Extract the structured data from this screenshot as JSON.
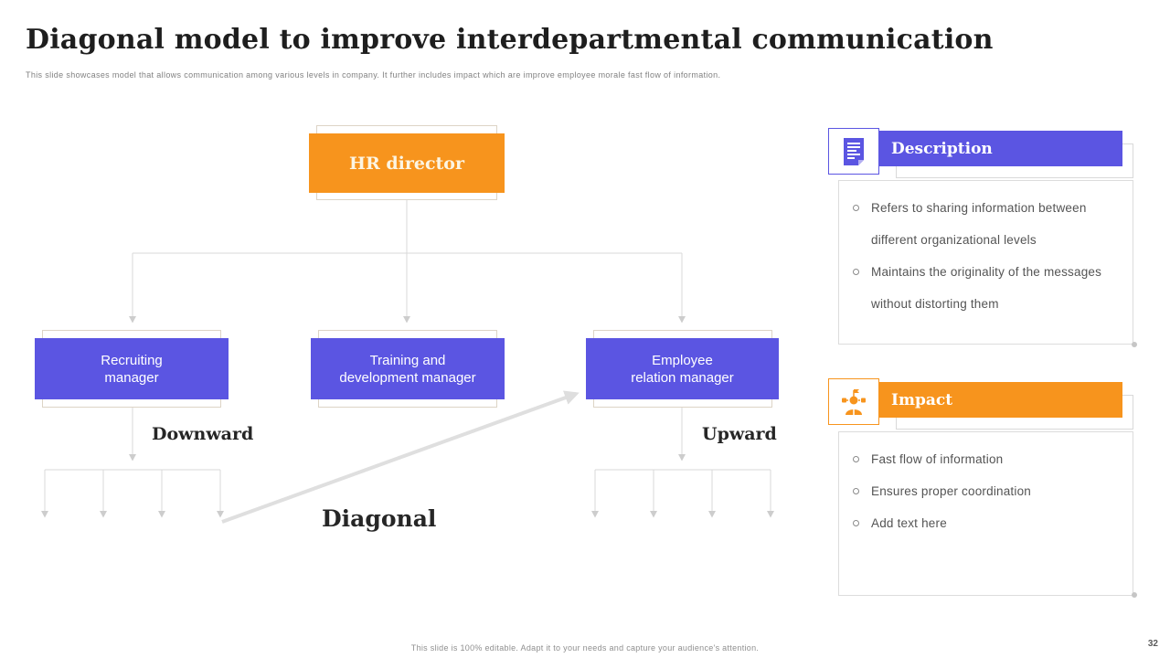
{
  "slide": {
    "title": "Diagonal model to improve interdepartmental communication",
    "subtitle": "This slide showcases model that allows communication among various levels in company. It further includes impact which are improve employee morale fast flow of information.",
    "footer": "This slide is 100% editable.  Adapt it to your needs and capture your audience's attention.",
    "page_number": "32"
  },
  "org_chart": {
    "root": {
      "label": "HR director"
    },
    "managers": [
      {
        "label": "Recruiting\nmanager"
      },
      {
        "label": "Training and\ndevelopment manager"
      },
      {
        "label": "Employee\nrelation manager"
      }
    ],
    "flow_labels": {
      "downward": "Downward",
      "upward": "Upward",
      "diagonal": "Diagonal"
    }
  },
  "panels": {
    "description": {
      "title": "Description",
      "icon": "document-icon",
      "bullets": [
        "Refers to sharing information between\ndifferent organizational levels",
        "Maintains the originality of the messages\nwithout distorting them"
      ]
    },
    "impact": {
      "title": "Impact",
      "icon": "person-network-icon",
      "bullets": [
        "Fast flow of information",
        "Ensures proper coordination",
        "Add text here"
      ]
    }
  },
  "colors": {
    "accent_purple": "#5B55E2",
    "accent_orange": "#F7941D",
    "connector_gray": "#d9d9d9"
  }
}
